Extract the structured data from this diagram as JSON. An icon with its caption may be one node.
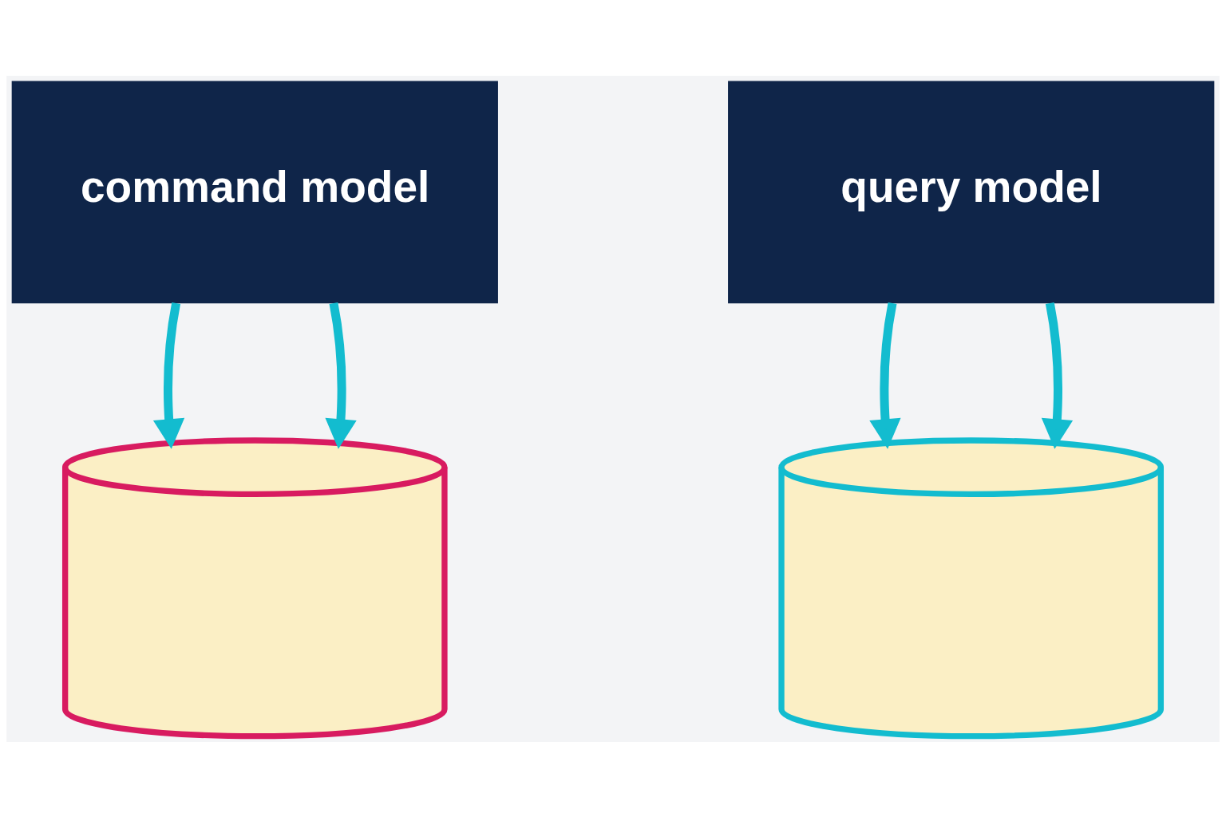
{
  "diagram": {
    "nodes": [
      {
        "text": [
          "command model"
        ]
      },
      {
        "text": [
          "query model"
        ]
      },
      {
        "text": [],
        "shape": "cylinder"
      },
      {
        "text": [],
        "shape": "cylinder"
      }
    ],
    "edges": [
      {
        "from": 0,
        "to": 2,
        "arrow": "to"
      },
      {
        "from": 0,
        "to": 2,
        "arrow": "to"
      },
      {
        "from": 1,
        "to": 3,
        "arrow": "to"
      },
      {
        "from": 1,
        "to": 3,
        "arrow": "to"
      }
    ]
  }
}
